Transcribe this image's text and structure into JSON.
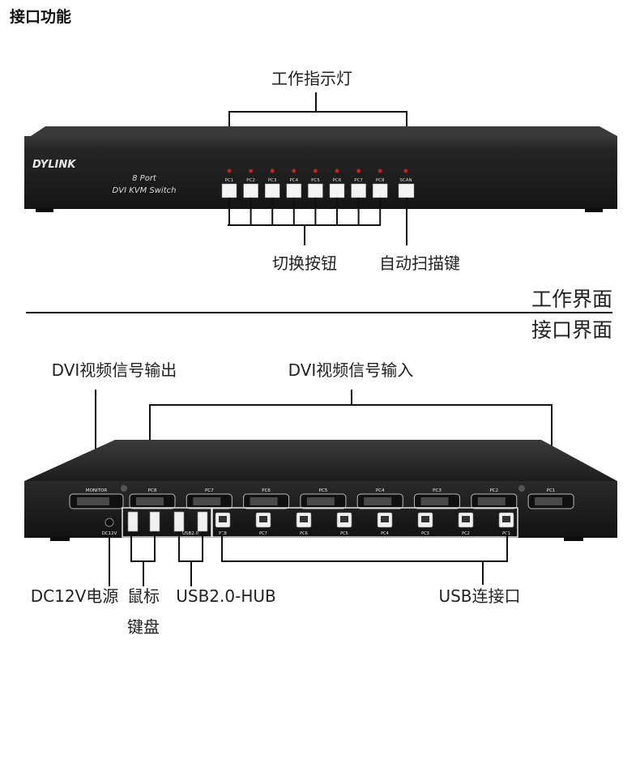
{
  "page": {
    "title": "接口功能"
  },
  "front_panel": {
    "brand": "DYLINK",
    "model_line1": "8 Port",
    "model_line2": "DVI KVM Switch",
    "buttons": [
      "PC1",
      "PC2",
      "PC3",
      "PC4",
      "PC5",
      "PC6",
      "PC7",
      "PC8"
    ],
    "scan_label": "SCAN",
    "callouts": {
      "indicator_lights": "工作指示灯",
      "switch_buttons": "切换按钮",
      "auto_scan_key": "自动扫描键"
    },
    "section_label": "工作界面"
  },
  "rear_panel": {
    "section_label": "接口界面",
    "monitor_label": "MONITOR",
    "dvi_ports": [
      "PC8",
      "PC7",
      "PC6",
      "PC5",
      "PC4",
      "PC3",
      "PC2",
      "PC1"
    ],
    "usb_b_ports": [
      "PC8",
      "PC7",
      "PC6",
      "PC5",
      "PC4",
      "PC3",
      "PC2",
      "PC1"
    ],
    "power_label": "DC12V",
    "usb_hub_label": "USB2.0",
    "callouts": {
      "dvi_output": "DVI视频信号输出",
      "dvi_input": "DVI视频信号输入",
      "power": "DC12V电源",
      "mouse": "鼠标",
      "keyboard": "键盘",
      "usb_hub": "USB2.0-HUB",
      "usb_connector": "USB连接口"
    }
  },
  "colors": {
    "chassis": "#1f1f1f",
    "chassis_top": "#2c2c2c",
    "led": "#c8231b",
    "line": "#111111",
    "text": "#222222"
  }
}
